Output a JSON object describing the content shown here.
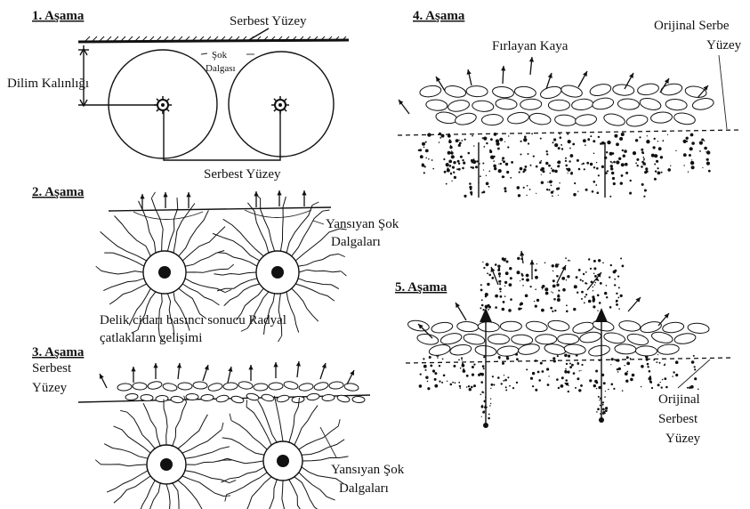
{
  "stages": {
    "s1": {
      "title": "1. Aşama",
      "free_surface": "Serbest Yüzey",
      "shock_wave_1": "Şok",
      "shock_wave_2": "Dalgası",
      "burden": "Dilim Kalınlığı",
      "bottom_free_surface": "Serbest Yüzey"
    },
    "s2": {
      "title": "2. Aşama",
      "reflected_1": "Yansıyan Şok",
      "reflected_2": "Dalgaları",
      "radial_1": "Delik cidarı basıncı sonucu Radyal",
      "radial_2": "çatlakların gelişimi"
    },
    "s3": {
      "title": "3. Aşama",
      "free_1": "Serbest",
      "free_2": "Yüzey",
      "reflected_1": "Yansıyan Şok",
      "reflected_2": "Dalgaları"
    },
    "s4": {
      "title": "4. Aşama",
      "flying_rock": "Fırlayan Kaya",
      "orig_1": "Orijinal Serbe",
      "orig_2": "Yüzey"
    },
    "s5": {
      "title": "5. Aşama",
      "orig_1": "Orijinal",
      "orig_2": "Serbest",
      "orig_3": "Yüzey"
    }
  }
}
